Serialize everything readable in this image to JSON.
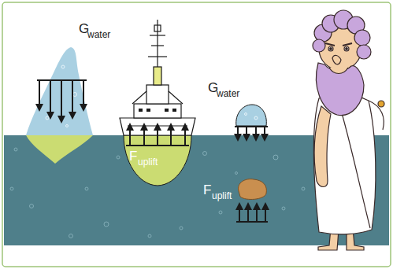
{
  "diagram": {
    "labels": [
      "G",
      "water",
      "F",
      "uplift",
      "G",
      "water",
      "F",
      "uplift"
    ]
  }
}
